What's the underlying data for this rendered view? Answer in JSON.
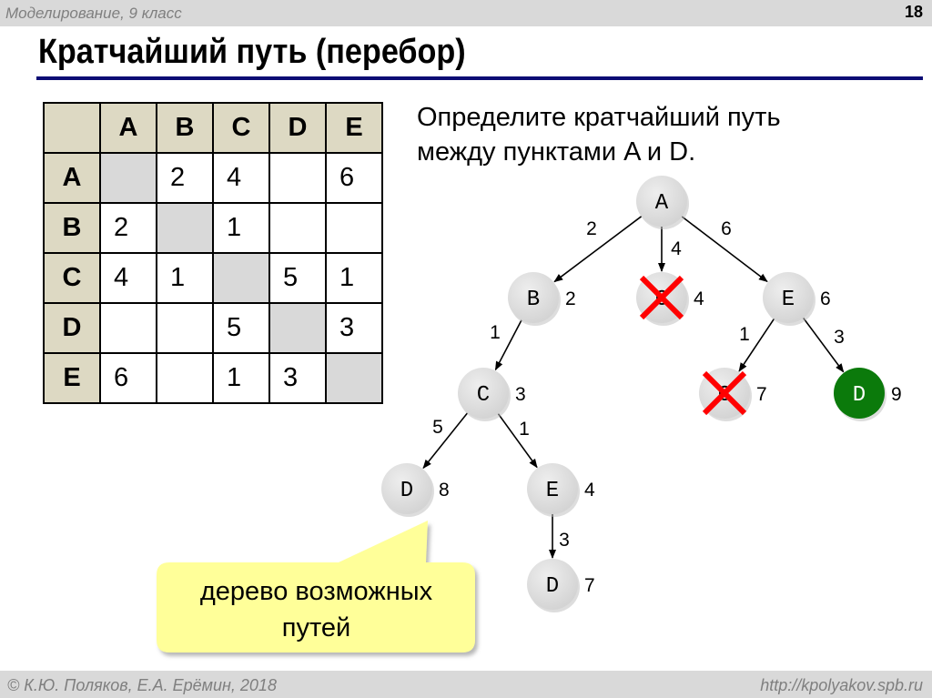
{
  "header": {
    "course": "Моделирование, 9 класс",
    "page_number": "18"
  },
  "title": "Кратчайший путь (перебор)",
  "question": [
    "Определите кратчайший путь",
    "между пунктами A и D."
  ],
  "matrix": {
    "columns": [
      "A",
      "B",
      "C",
      "D",
      "E"
    ],
    "rows": [
      {
        "label": "A",
        "cells": [
          "",
          "2",
          "4",
          "",
          "6"
        ]
      },
      {
        "label": "B",
        "cells": [
          "2",
          "",
          "1",
          "",
          ""
        ]
      },
      {
        "label": "C",
        "cells": [
          "4",
          "1",
          "",
          "5",
          "1"
        ]
      },
      {
        "label": "D",
        "cells": [
          "",
          "",
          "5",
          "",
          "3"
        ]
      },
      {
        "label": "E",
        "cells": [
          "6",
          "",
          "1",
          "3",
          ""
        ]
      }
    ]
  },
  "tree": {
    "nodes": [
      {
        "id": "n1",
        "label": "A",
        "cost": ""
      },
      {
        "id": "n2",
        "label": "B",
        "cost": "2"
      },
      {
        "id": "n3",
        "label": "C",
        "cost": "4",
        "crossed": true
      },
      {
        "id": "n4",
        "label": "E",
        "cost": "6"
      },
      {
        "id": "n5",
        "label": "C",
        "cost": "3"
      },
      {
        "id": "n6",
        "label": "C",
        "cost": "7",
        "crossed": true
      },
      {
        "id": "n7",
        "label": "D",
        "cost": "9",
        "highlight": true
      },
      {
        "id": "n8",
        "label": "D",
        "cost": "8"
      },
      {
        "id": "n9",
        "label": "E",
        "cost": "4"
      },
      {
        "id": "n10",
        "label": "D",
        "cost": "7"
      }
    ],
    "edges": [
      {
        "from": "n1",
        "to": "n2",
        "weight": "2"
      },
      {
        "from": "n1",
        "to": "n3",
        "weight": "4"
      },
      {
        "from": "n1",
        "to": "n4",
        "weight": "6"
      },
      {
        "from": "n2",
        "to": "n5",
        "weight": "1"
      },
      {
        "from": "n4",
        "to": "n6",
        "weight": "1"
      },
      {
        "from": "n4",
        "to": "n7",
        "weight": "3"
      },
      {
        "from": "n5",
        "to": "n8",
        "weight": "5"
      },
      {
        "from": "n5",
        "to": "n9",
        "weight": "1"
      },
      {
        "from": "n9",
        "to": "n10",
        "weight": "3"
      }
    ],
    "colors": {
      "node": "#dcdcdc",
      "highlight": "#0b7a0b",
      "cross": "#ff0000"
    }
  },
  "callout": {
    "lines": [
      "дерево возможных",
      "путей"
    ],
    "color": "#ffff99"
  },
  "footer": {
    "copyright": "© К.Ю. Поляков, Е.А. Ерёмин, 2018",
    "url": "http://kpolyakov.spb.ru"
  }
}
